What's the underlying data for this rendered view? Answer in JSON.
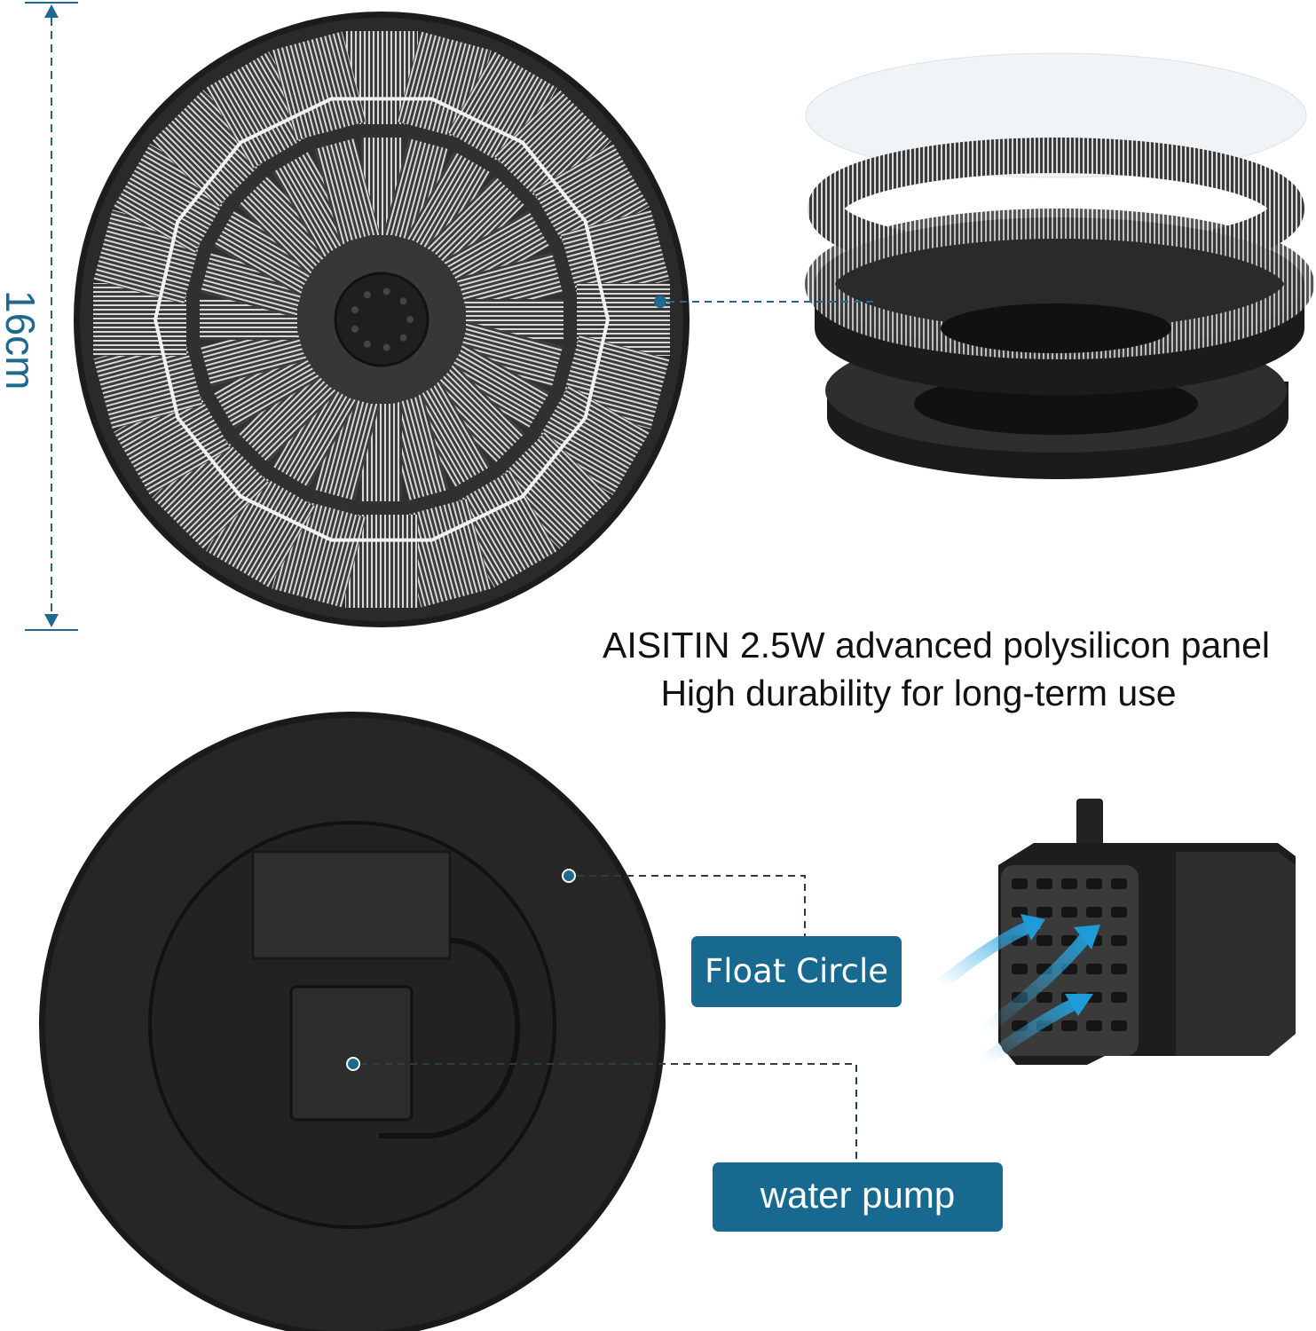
{
  "dimension": {
    "label": "16cm"
  },
  "headline": {
    "line1": "AISITIN 2.5W advanced polysilicon panel",
    "line2": "High durability for long-term use"
  },
  "callouts": {
    "float_circle": "Float Circle",
    "water_pump": "water pump"
  },
  "colors": {
    "accent": "#17698f",
    "product": "#2a2a2a"
  }
}
